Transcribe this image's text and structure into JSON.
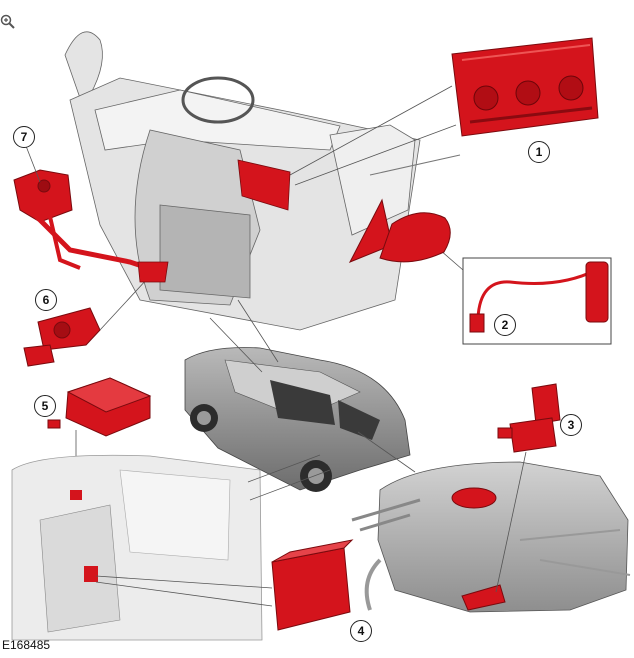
{
  "figure_id": "E168485",
  "callouts": [
    "1",
    "2",
    "3",
    "4",
    "5",
    "6",
    "7"
  ],
  "colors": {
    "component_red": "#d4141c",
    "part_grey": "#e6e6e6",
    "outline": "#555555",
    "background": "#ffffff"
  },
  "icons": {
    "zoom": "zoom-in-icon"
  }
}
